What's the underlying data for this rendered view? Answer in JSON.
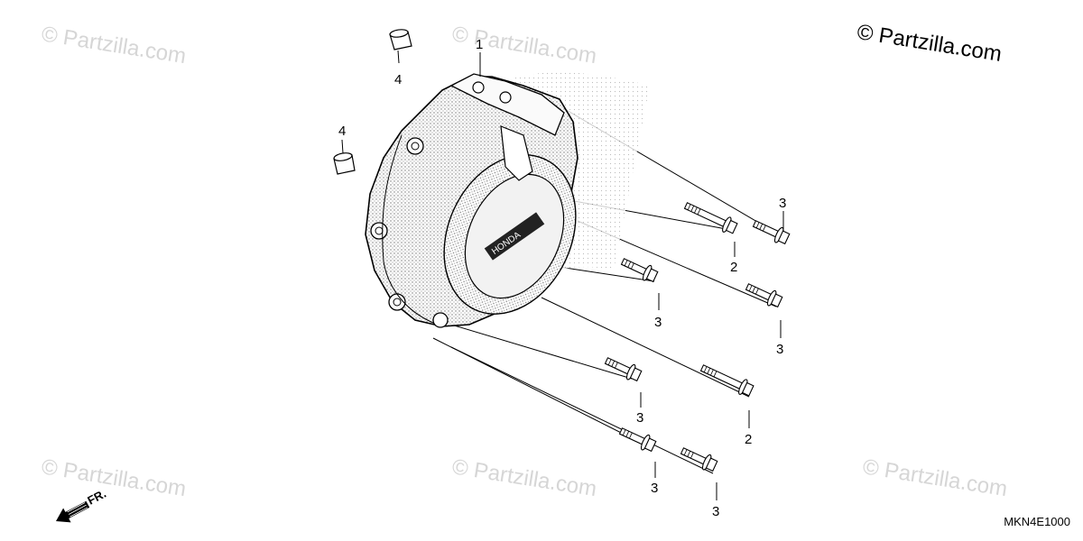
{
  "copyright": "© Partzilla.com",
  "watermark": "© Partzilla.com",
  "diagram_code": "MKN4E1000",
  "direction_label": "FR.",
  "callouts": {
    "c1": "1",
    "c2a": "2",
    "c2b": "2",
    "c3a": "3",
    "c3b": "3",
    "c3c": "3",
    "c3d": "3",
    "c3e": "3",
    "c3f": "3",
    "c4a": "4",
    "c4b": "4"
  }
}
